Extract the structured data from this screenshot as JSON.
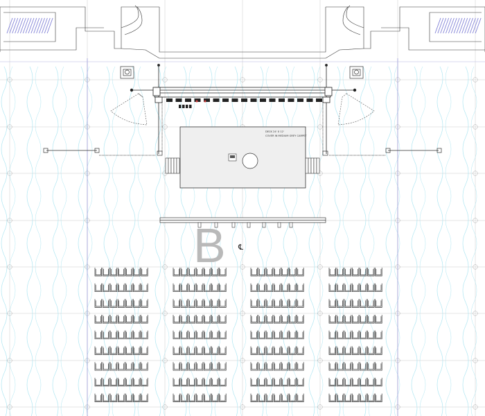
{
  "zone_label": "B",
  "stage_note_line1": "DECK 24' X 12'",
  "stage_note_line2": "COVER IN MEDIUM GREY CARPET",
  "centerline_mark": "℄",
  "seating": {
    "blocks": 4,
    "rows_per_block": 9,
    "chairs_per_row": 7
  },
  "colors": {
    "line": "#333333",
    "grid": "#c9c9c9",
    "drape_cyan": "#aee6f2",
    "blue_line": "#9b9bd8",
    "window_hatch": "#8080d6",
    "zone_label": "#b9b9b9",
    "stage_fill": "#efefef"
  }
}
